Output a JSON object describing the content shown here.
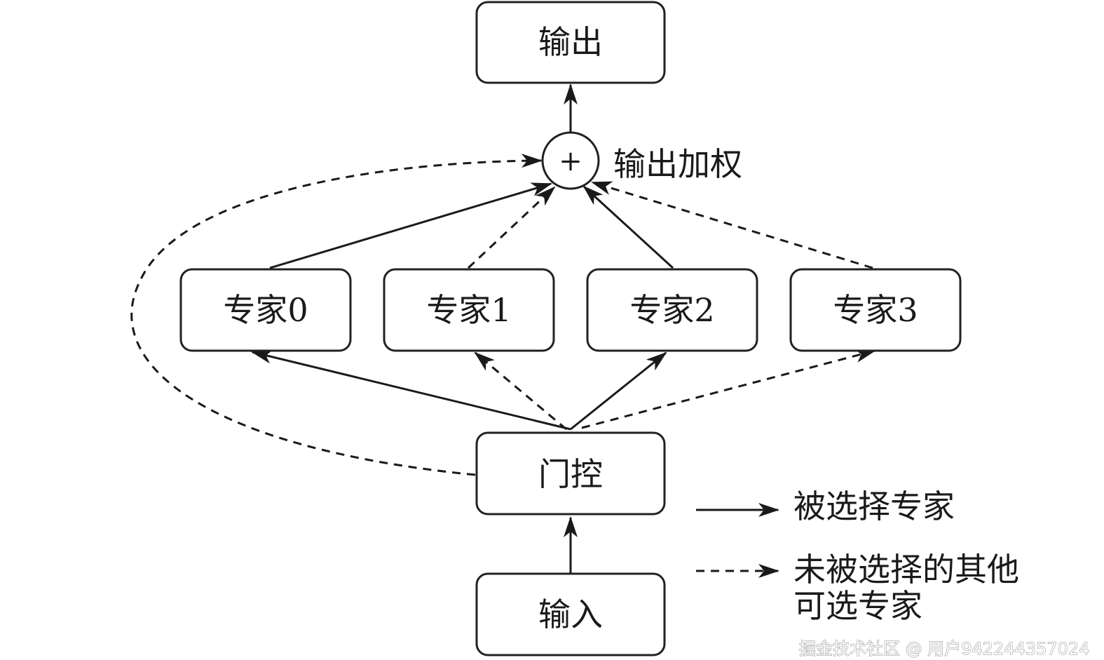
{
  "nodes": {
    "output": "输出",
    "weighting_symbol": "+",
    "weighting_label": "输出加权",
    "experts": [
      "专家0",
      "专家1",
      "专家2",
      "专家3"
    ],
    "gate": "门控",
    "input": "输入"
  },
  "edges": {
    "selected_experts": [
      "专家0",
      "专家2"
    ],
    "unselected_experts": [
      "专家1",
      "专家3"
    ]
  },
  "legend": {
    "solid_label": "被选择专家",
    "dashed_label_line1": "未被选择的其他",
    "dashed_label_line2": "可选专家"
  },
  "watermark": "掘金技术社区 @ 用户9422443570​24"
}
